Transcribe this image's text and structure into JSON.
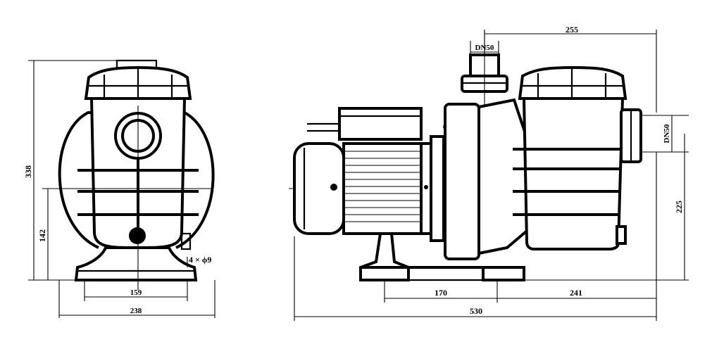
{
  "front_view": {
    "height_338": "338",
    "height_142": "142",
    "hole_spacing_159": "159",
    "base_width_238": "238",
    "bolt_holes_note": "4 × ϕ9"
  },
  "side_view": {
    "outlet_offset_255": "255",
    "outlet_size": "DN50",
    "inlet_size": "DN50",
    "inlet_height_225": "225",
    "foot_spacing_170": "170",
    "foot_to_end_241": "241",
    "overall_length_530": "530"
  }
}
